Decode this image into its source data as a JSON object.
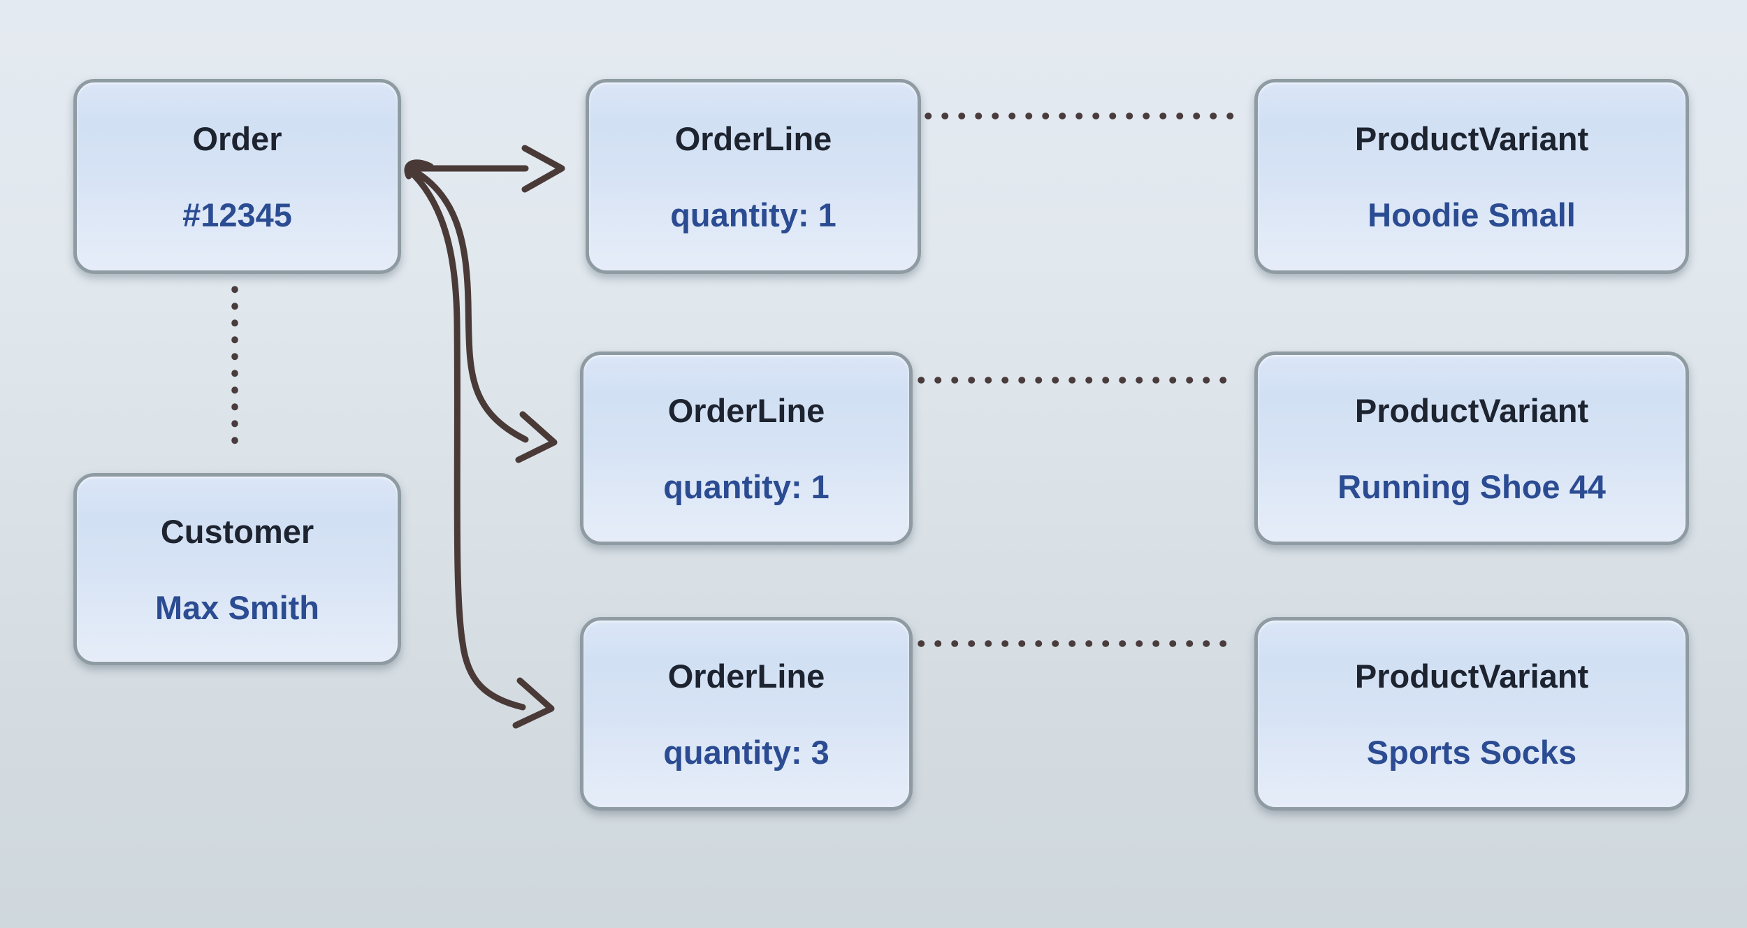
{
  "diagram": {
    "entities": {
      "order": {
        "title": "Order",
        "value": "#12345"
      },
      "customer": {
        "title": "Customer",
        "value": "Max Smith"
      },
      "order_lines": [
        {
          "title": "OrderLine",
          "value": "quantity: 1"
        },
        {
          "title": "OrderLine",
          "value": "quantity: 1"
        },
        {
          "title": "OrderLine",
          "value": "quantity: 3"
        }
      ],
      "product_variants": [
        {
          "title": "ProductVariant",
          "value": "Hoodie Small"
        },
        {
          "title": "ProductVariant",
          "value": "Running Shoe 44"
        },
        {
          "title": "ProductVariant",
          "value": "Sports Socks"
        }
      ]
    },
    "edges": [
      {
        "from": "Order",
        "to": "OrderLine quantity: 1",
        "style": "solid-arrow"
      },
      {
        "from": "Order",
        "to": "OrderLine quantity: 1",
        "style": "solid-arrow"
      },
      {
        "from": "Order",
        "to": "OrderLine quantity: 3",
        "style": "solid-arrow"
      },
      {
        "from": "Order",
        "to": "Customer",
        "style": "dotted"
      },
      {
        "from": "OrderLine quantity: 1",
        "to": "ProductVariant Hoodie Small",
        "style": "dotted"
      },
      {
        "from": "OrderLine quantity: 1",
        "to": "ProductVariant Running Shoe 44",
        "style": "dotted"
      },
      {
        "from": "OrderLine quantity: 3",
        "to": "ProductVariant Sports Socks",
        "style": "dotted"
      }
    ],
    "colors": {
      "background_top": "#e4eaf1",
      "background_bottom": "#cfd8dd",
      "node_border": "#8f9ba2",
      "node_fill_top": "#d2e0f4",
      "node_fill_bottom": "#e6edf9",
      "title_text": "#1d2430",
      "value_text": "#2b4c92",
      "arrow": "#4a3a37",
      "dotted_link": "#4a3c3c"
    }
  }
}
